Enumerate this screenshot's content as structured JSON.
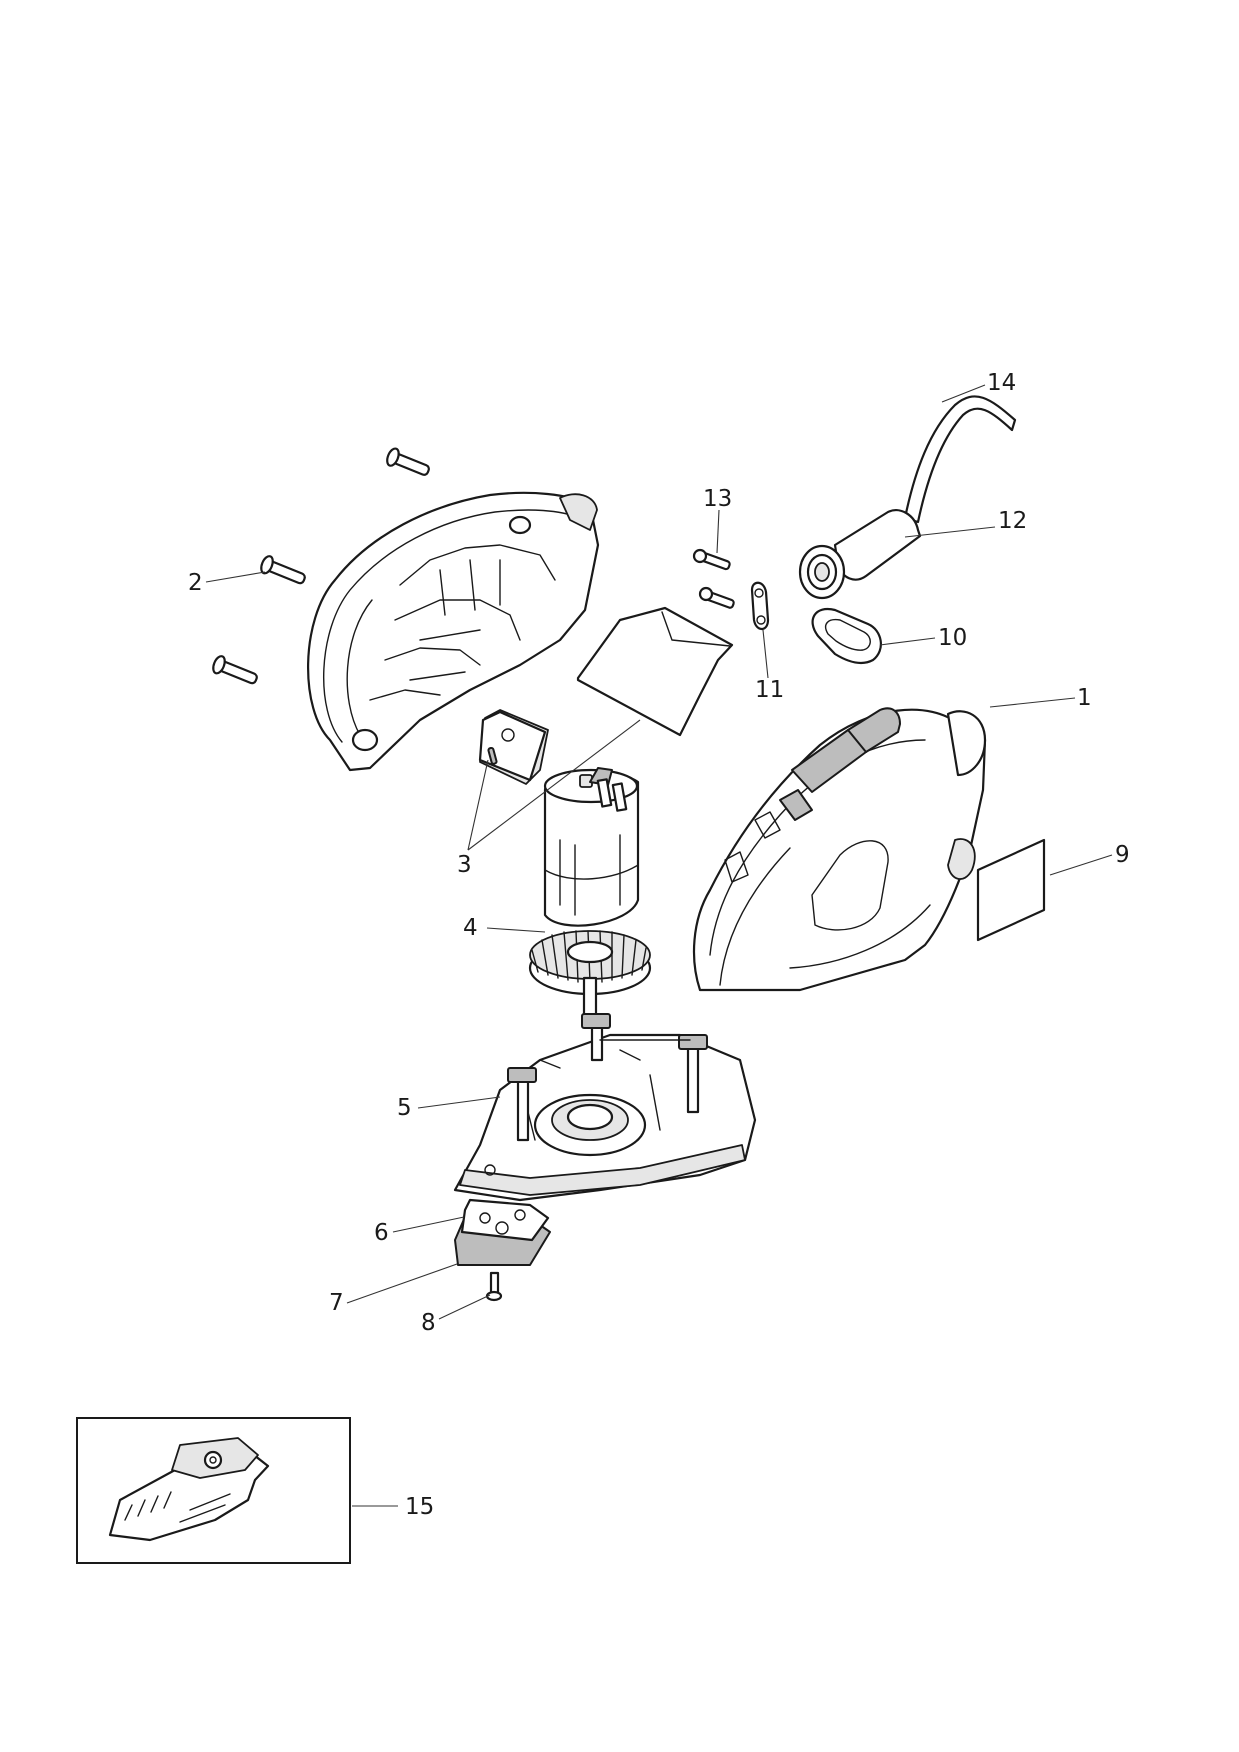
{
  "diagram": {
    "callouts": [
      {
        "id": "1",
        "label": "1"
      },
      {
        "id": "2",
        "label": "2"
      },
      {
        "id": "3",
        "label": "3"
      },
      {
        "id": "4",
        "label": "4"
      },
      {
        "id": "5",
        "label": "5"
      },
      {
        "id": "6",
        "label": "6"
      },
      {
        "id": "7",
        "label": "7"
      },
      {
        "id": "8",
        "label": "8"
      },
      {
        "id": "9",
        "label": "9"
      },
      {
        "id": "10",
        "label": "10"
      },
      {
        "id": "11",
        "label": "11"
      },
      {
        "id": "12",
        "label": "12"
      },
      {
        "id": "13",
        "label": "13"
      },
      {
        "id": "14",
        "label": "14"
      },
      {
        "id": "15",
        "label": "15"
      }
    ],
    "colors": {
      "line": "#1a1a1a",
      "background": "#ffffff",
      "shade": "#bdbdbd"
    }
  }
}
